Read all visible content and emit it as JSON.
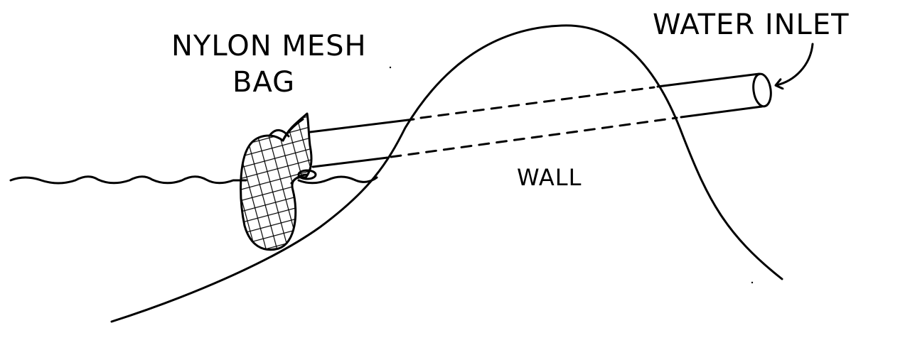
{
  "labels": {
    "bag_line1": "NYLON MESH",
    "bag_line2": "BAG",
    "wall": "WALL",
    "inlet": "WATER INLET"
  },
  "colors": {
    "ink": "#000000",
    "paper": "#ffffff"
  }
}
